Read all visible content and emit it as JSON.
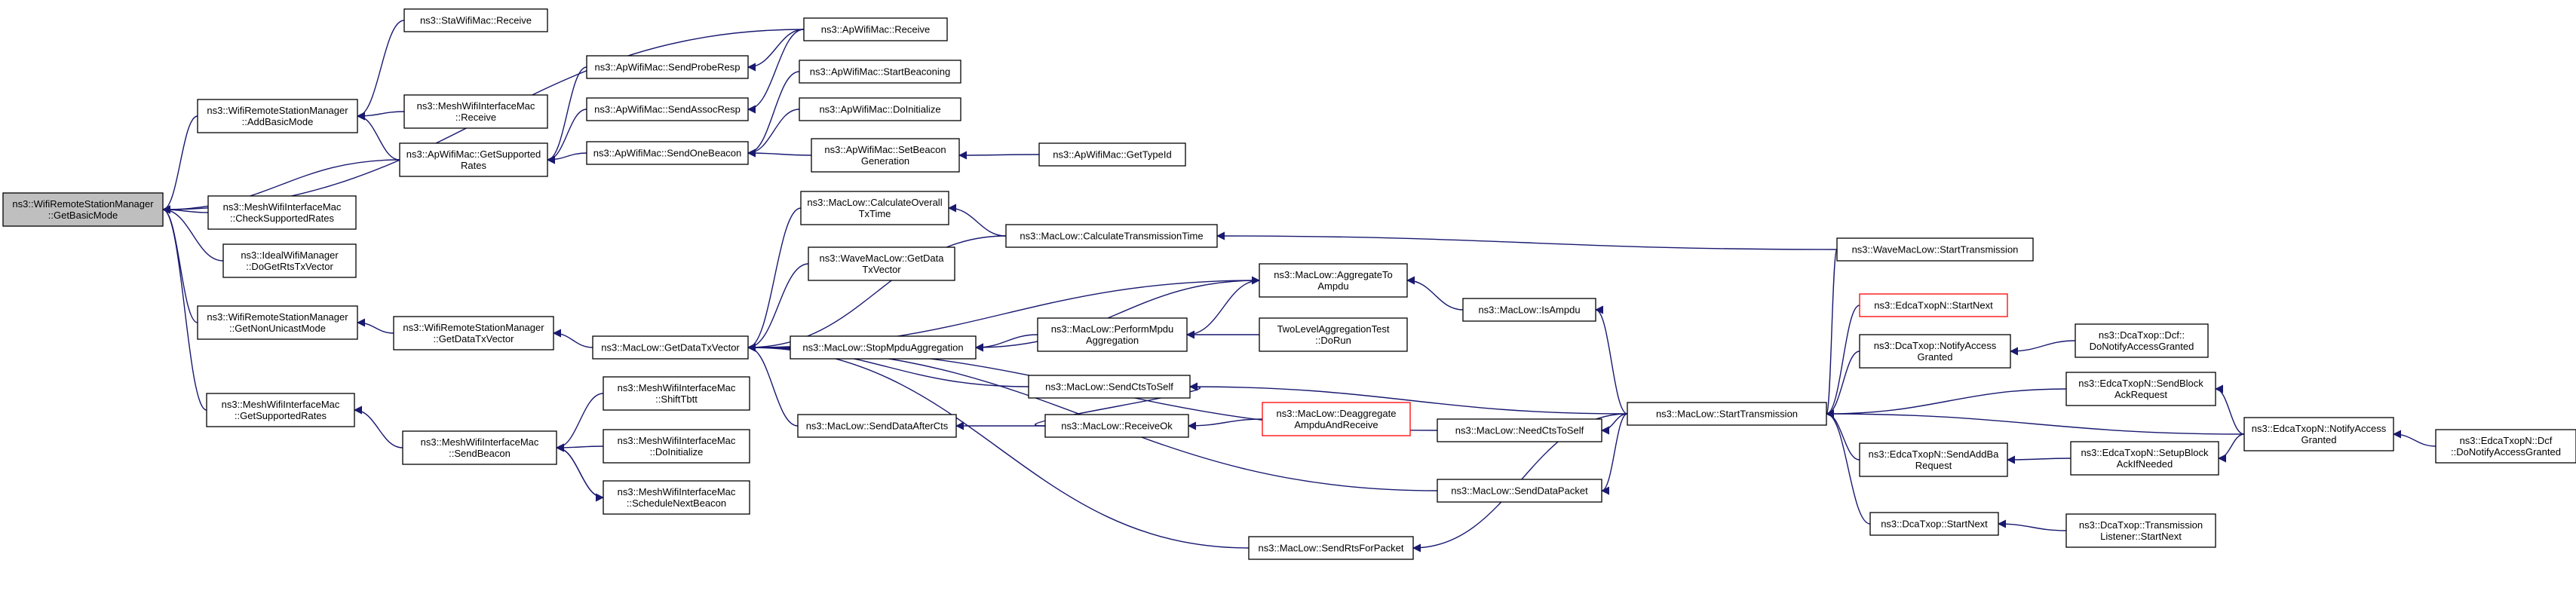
{
  "diagram": {
    "nodes": [
      {
        "id": "root",
        "lines": [
          "ns3::WifiRemoteStationManager",
          "::GetBasicMode"
        ],
        "style": "root"
      },
      {
        "id": "ap_receive",
        "lines": [
          "ns3::ApWifiMac::Receive"
        ]
      },
      {
        "id": "sta_receive",
        "lines": [
          "ns3::StaWifiMac::Receive"
        ]
      },
      {
        "id": "addbasic",
        "lines": [
          "ns3::WifiRemoteStationManager",
          "::AddBasicMode"
        ]
      },
      {
        "id": "mesh_receive",
        "lines": [
          "ns3::MeshWifiInterfaceMac",
          "::Receive"
        ]
      },
      {
        "id": "ap_getsupported",
        "lines": [
          "ns3::ApWifiMac::GetSupported",
          "Rates"
        ]
      },
      {
        "id": "ap_sendprobe",
        "lines": [
          "ns3::ApWifiMac::SendProbeResp"
        ]
      },
      {
        "id": "ap_sendassoc",
        "lines": [
          "ns3::ApWifiMac::SendAssocResp"
        ]
      },
      {
        "id": "ap_startbeaconing",
        "lines": [
          "ns3::ApWifiMac::StartBeaconing"
        ]
      },
      {
        "id": "ap_doinit",
        "lines": [
          "ns3::ApWifiMac::DoInitialize"
        ]
      },
      {
        "id": "ap_sendonebeacon",
        "lines": [
          "ns3::ApWifiMac::SendOneBeacon"
        ]
      },
      {
        "id": "ap_setbeacongen",
        "lines": [
          "ns3::ApWifiMac::SetBeacon",
          "Generation"
        ]
      },
      {
        "id": "ap_gettypeid",
        "lines": [
          "ns3::ApWifiMac::GetTypeId"
        ]
      },
      {
        "id": "mesh_checksupported",
        "lines": [
          "ns3::MeshWifiInterfaceMac",
          "::CheckSupportedRates"
        ]
      },
      {
        "id": "ideal_dogetrts",
        "lines": [
          "ns3::IdealWifiManager",
          "::DoGetRtsTxVector"
        ]
      },
      {
        "id": "getnonunicast",
        "lines": [
          "ns3::WifiRemoteStationManager",
          "::GetNonUnicastMode"
        ]
      },
      {
        "id": "getdatatxvector_wrsm",
        "lines": [
          "ns3::WifiRemoteStationManager",
          "::GetDataTxVector"
        ]
      },
      {
        "id": "maclow_getdatatx",
        "lines": [
          "ns3::MacLow::GetDataTxVector"
        ]
      },
      {
        "id": "maclow_calcoverall",
        "lines": [
          "ns3::MacLow::CalculateOverall",
          "TxTime"
        ]
      },
      {
        "id": "maclow_calctx",
        "lines": [
          "ns3::MacLow::CalculateTransmissionTime"
        ]
      },
      {
        "id": "wave_getdata",
        "lines": [
          "ns3::WaveMacLow::GetData",
          "TxVector"
        ]
      },
      {
        "id": "wave_starttx",
        "lines": [
          "ns3::WaveMacLow::StartTransmission"
        ]
      },
      {
        "id": "maclow_aggregate",
        "lines": [
          "ns3::MacLow::AggregateTo",
          "Ampdu"
        ]
      },
      {
        "id": "maclow_isampdu",
        "lines": [
          "ns3::MacLow::IsAmpdu"
        ]
      },
      {
        "id": "maclow_stopmpdu",
        "lines": [
          "ns3::MacLow::StopMpduAggregation"
        ]
      },
      {
        "id": "maclow_performmpdu",
        "lines": [
          "ns3::MacLow::PerformMpdu",
          "Aggregation"
        ]
      },
      {
        "id": "twolevel_dorun",
        "lines": [
          "TwoLevelAggregationTest",
          "::DoRun"
        ]
      },
      {
        "id": "edca_startnext",
        "lines": [
          "ns3::EdcaTxopN::StartNext"
        ],
        "style": "red"
      },
      {
        "id": "dca_notifyaccess",
        "lines": [
          "ns3::DcaTxop::NotifyAccess",
          "Granted"
        ]
      },
      {
        "id": "dca_dcf_donotify",
        "lines": [
          "ns3::DcaTxop::Dcf::",
          "DoNotifyAccessGranted"
        ]
      },
      {
        "id": "mesh_getsupported",
        "lines": [
          "ns3::MeshWifiInterfaceMac",
          "::GetSupportedRates"
        ]
      },
      {
        "id": "mesh_shifttbtt",
        "lines": [
          "ns3::MeshWifiInterfaceMac",
          "::ShiftTbtt"
        ]
      },
      {
        "id": "mesh_sendbeacon",
        "lines": [
          "ns3::MeshWifiInterfaceMac",
          "::SendBeacon"
        ]
      },
      {
        "id": "mesh_doinit",
        "lines": [
          "ns3::MeshWifiInterfaceMac",
          "::DoInitialize"
        ]
      },
      {
        "id": "mesh_schedulenext",
        "lines": [
          "ns3::MeshWifiInterfaceMac",
          "::ScheduleNextBeacon"
        ]
      },
      {
        "id": "maclow_sendcts",
        "lines": [
          "ns3::MacLow::SendCtsToSelf"
        ]
      },
      {
        "id": "maclow_senddataafter",
        "lines": [
          "ns3::MacLow::SendDataAfterCts"
        ]
      },
      {
        "id": "maclow_receiveok",
        "lines": [
          "ns3::MacLow::ReceiveOk"
        ]
      },
      {
        "id": "maclow_deaggregate",
        "lines": [
          "ns3::MacLow::Deaggregate",
          "AmpduAndReceive"
        ],
        "style": "red"
      },
      {
        "id": "maclow_needcts",
        "lines": [
          "ns3::MacLow::NeedCtsToSelf"
        ]
      },
      {
        "id": "maclow_starttx",
        "lines": [
          "ns3::MacLow::StartTransmission"
        ]
      },
      {
        "id": "maclow_senddatapacket",
        "lines": [
          "ns3::MacLow::SendDataPacket"
        ]
      },
      {
        "id": "maclow_sendrts",
        "lines": [
          "ns3::MacLow::SendRtsForPacket"
        ]
      },
      {
        "id": "edca_sendblockack",
        "lines": [
          "ns3::EdcaTxopN::SendBlock",
          "AckRequest"
        ]
      },
      {
        "id": "edca_notifyaccess",
        "lines": [
          "ns3::EdcaTxopN::NotifyAccess",
          "Granted"
        ]
      },
      {
        "id": "edca_dcf_donotify",
        "lines": [
          "ns3::EdcaTxopN::Dcf",
          "::DoNotifyAccessGranted"
        ]
      },
      {
        "id": "edca_sendaddba",
        "lines": [
          "ns3::EdcaTxopN::SendAddBa",
          "Request"
        ]
      },
      {
        "id": "edca_setupblock",
        "lines": [
          "ns3::EdcaTxopN::SetupBlock",
          "AckIfNeeded"
        ]
      },
      {
        "id": "dca_startnext",
        "lines": [
          "ns3::DcaTxop::StartNext"
        ]
      },
      {
        "id": "dca_txlistener_startnext",
        "lines": [
          "ns3::DcaTxop::Transmission",
          "Listener::StartNext"
        ]
      }
    ],
    "edges": [
      {
        "from": "ap_receive",
        "to": "root"
      },
      {
        "from": "addbasic",
        "to": "root"
      },
      {
        "from": "sta_receive",
        "to": "addbasic"
      },
      {
        "from": "mesh_receive",
        "to": "addbasic"
      },
      {
        "from": "ap_getsupported",
        "to": "addbasic"
      },
      {
        "from": "ap_getsupported",
        "to": "root"
      },
      {
        "from": "ap_sendprobe",
        "to": "ap_getsupported"
      },
      {
        "from": "ap_sendassoc",
        "to": "ap_getsupported"
      },
      {
        "from": "ap_sendonebeacon",
        "to": "ap_getsupported"
      },
      {
        "from": "ap_receive",
        "to": "ap_sendprobe"
      },
      {
        "from": "ap_receive",
        "to": "ap_sendassoc"
      },
      {
        "from": "ap_startbeaconing",
        "to": "ap_sendonebeacon"
      },
      {
        "from": "ap_doinit",
        "to": "ap_sendonebeacon"
      },
      {
        "from": "ap_setbeacongen",
        "to": "ap_sendonebeacon"
      },
      {
        "from": "ap_gettypeid",
        "to": "ap_setbeacongen"
      },
      {
        "from": "mesh_checksupported",
        "to": "root"
      },
      {
        "from": "ideal_dogetrts",
        "to": "root"
      },
      {
        "from": "getnonunicast",
        "to": "root"
      },
      {
        "from": "mesh_getsupported",
        "to": "root"
      },
      {
        "from": "getdatatxvector_wrsm",
        "to": "getnonunicast"
      },
      {
        "from": "maclow_getdatatx",
        "to": "getdatatxvector_wrsm"
      },
      {
        "from": "maclow_calcoverall",
        "to": "maclow_getdatatx"
      },
      {
        "from": "wave_getdata",
        "to": "maclow_getdatatx"
      },
      {
        "from": "maclow_calctx",
        "to": "maclow_getdatatx"
      },
      {
        "from": "maclow_calctx",
        "to": "maclow_calcoverall"
      },
      {
        "from": "wave_starttx",
        "to": "maclow_calctx"
      },
      {
        "from": "maclow_aggregate",
        "to": "maclow_getdatatx"
      },
      {
        "from": "maclow_stopmpdu",
        "to": "maclow_getdatatx"
      },
      {
        "from": "maclow_aggregate",
        "to": "maclow_stopmpdu"
      },
      {
        "from": "maclow_performmpdu",
        "to": "maclow_stopmpdu"
      },
      {
        "from": "maclow_performmpdu",
        "to": "maclow_aggregate"
      },
      {
        "from": "twolevel_dorun",
        "to": "maclow_performmpdu"
      },
      {
        "from": "maclow_isampdu",
        "to": "maclow_aggregate"
      },
      {
        "from": "maclow_starttx",
        "to": "maclow_isampdu"
      },
      {
        "from": "maclow_sendcts",
        "to": "maclow_getdatatx"
      },
      {
        "from": "maclow_senddataafter",
        "to": "maclow_getdatatx"
      },
      {
        "from": "maclow_needcts",
        "to": "maclow_getdatatx"
      },
      {
        "from": "maclow_senddatapacket",
        "to": "maclow_getdatatx"
      },
      {
        "from": "maclow_sendrts",
        "to": "maclow_getdatatx"
      },
      {
        "from": "maclow_receiveok",
        "to": "maclow_senddataafter"
      },
      {
        "from": "maclow_receiveok",
        "to": "maclow_sendcts"
      },
      {
        "from": "maclow_deaggregate",
        "to": "maclow_receiveok"
      },
      {
        "from": "maclow_starttx",
        "to": "maclow_sendcts"
      },
      {
        "from": "maclow_starttx",
        "to": "maclow_needcts"
      },
      {
        "from": "maclow_starttx",
        "to": "maclow_senddatapacket"
      },
      {
        "from": "maclow_starttx",
        "to": "maclow_sendrts"
      },
      {
        "from": "wave_starttx",
        "to": "maclow_starttx"
      },
      {
        "from": "edca_startnext",
        "to": "maclow_starttx"
      },
      {
        "from": "dca_notifyaccess",
        "to": "maclow_starttx"
      },
      {
        "from": "dca_dcf_donotify",
        "to": "dca_notifyaccess"
      },
      {
        "from": "edca_sendblockack",
        "to": "maclow_starttx"
      },
      {
        "from": "edca_notifyaccess",
        "to": "maclow_starttx"
      },
      {
        "from": "edca_notifyaccess",
        "to": "edca_sendblockack"
      },
      {
        "from": "edca_dcf_donotify",
        "to": "edca_notifyaccess"
      },
      {
        "from": "edca_sendaddba",
        "to": "maclow_starttx"
      },
      {
        "from": "edca_setupblock",
        "to": "edca_sendaddba"
      },
      {
        "from": "edca_notifyaccess",
        "to": "edca_setupblock"
      },
      {
        "from": "dca_startnext",
        "to": "maclow_starttx"
      },
      {
        "from": "dca_txlistener_startnext",
        "to": "dca_startnext"
      },
      {
        "from": "mesh_sendbeacon",
        "to": "mesh_getsupported"
      },
      {
        "from": "mesh_shifttbtt",
        "to": "mesh_sendbeacon"
      },
      {
        "from": "mesh_doinit",
        "to": "mesh_sendbeacon"
      },
      {
        "from": "mesh_schedulenext",
        "to": "mesh_sendbeacon"
      },
      {
        "from": "mesh_sendbeacon",
        "to": "mesh_schedulenext"
      }
    ]
  }
}
